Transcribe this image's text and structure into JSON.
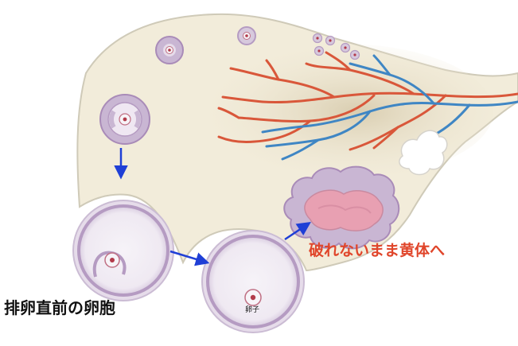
{
  "labels": {
    "preovulatory_follicle": "排卵直前の卵胞",
    "egg": "卵子",
    "luteinization": "破れないまま黄体へ"
  },
  "colors": {
    "ovary_fill": "#f2ecda",
    "ovary_outline": "#cfcab8",
    "stroma_shade": "#e4dac0",
    "follicle_ring": "#b59bc2",
    "follicle_inner": "#f4f0f6",
    "arrow": "#1f3fd6",
    "luteinization_text": "#e0452a",
    "artery": "#d9573a",
    "vein": "#3f86c4",
    "corpus_fill": "#c9b6d3",
    "corpus_core": "#e8a0b2"
  }
}
